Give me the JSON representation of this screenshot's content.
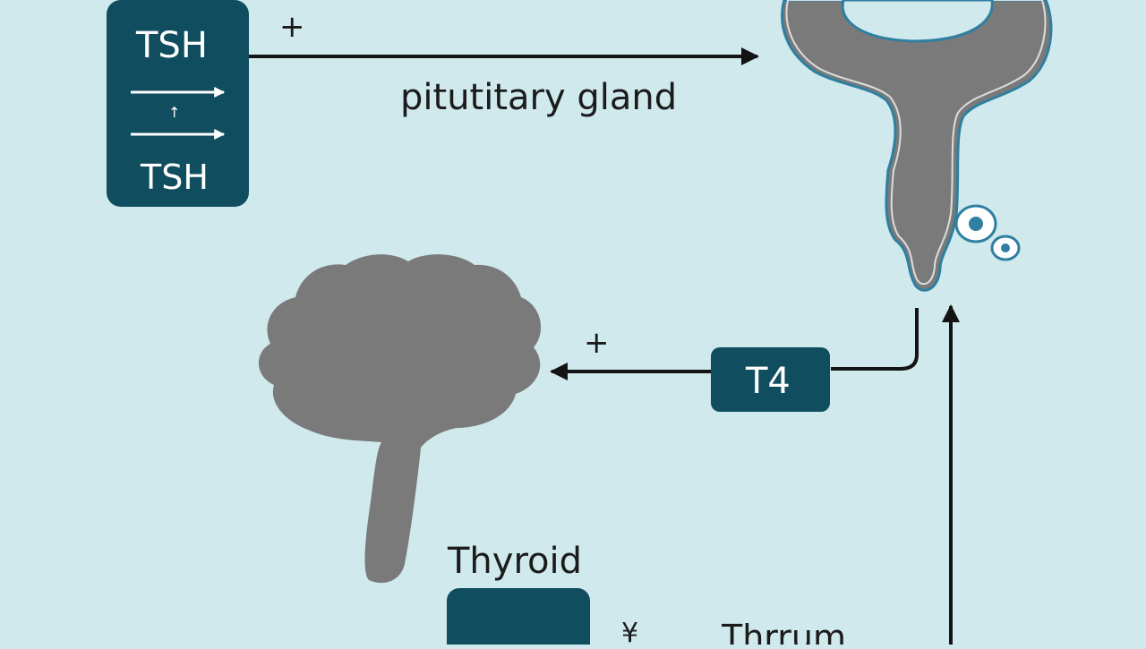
{
  "colors": {
    "background": "#cfe9ec",
    "box_fill": "#0f4d5f",
    "box_text": "#ffffff",
    "gland_fill": "#7a7a7a",
    "gland_outline": "#2f7fa0",
    "arrow": "#141414"
  },
  "tsh_box": {
    "top_label": "TSH",
    "mid_symbol": "↑",
    "bottom_label": "TSH"
  },
  "top_arrow": {
    "sign": "+"
  },
  "pituitary": {
    "label": "pitutitary gland"
  },
  "t4": {
    "label": "T4",
    "sign": "+"
  },
  "thyroid": {
    "label": "Thyroid"
  },
  "bottom": {
    "symbol": "¥",
    "cut_label": "Thrrum"
  },
  "icons": {
    "pituitary_shape": "pituitary-gland-icon",
    "thyroid_shape": "thyroid-gland-icon"
  }
}
